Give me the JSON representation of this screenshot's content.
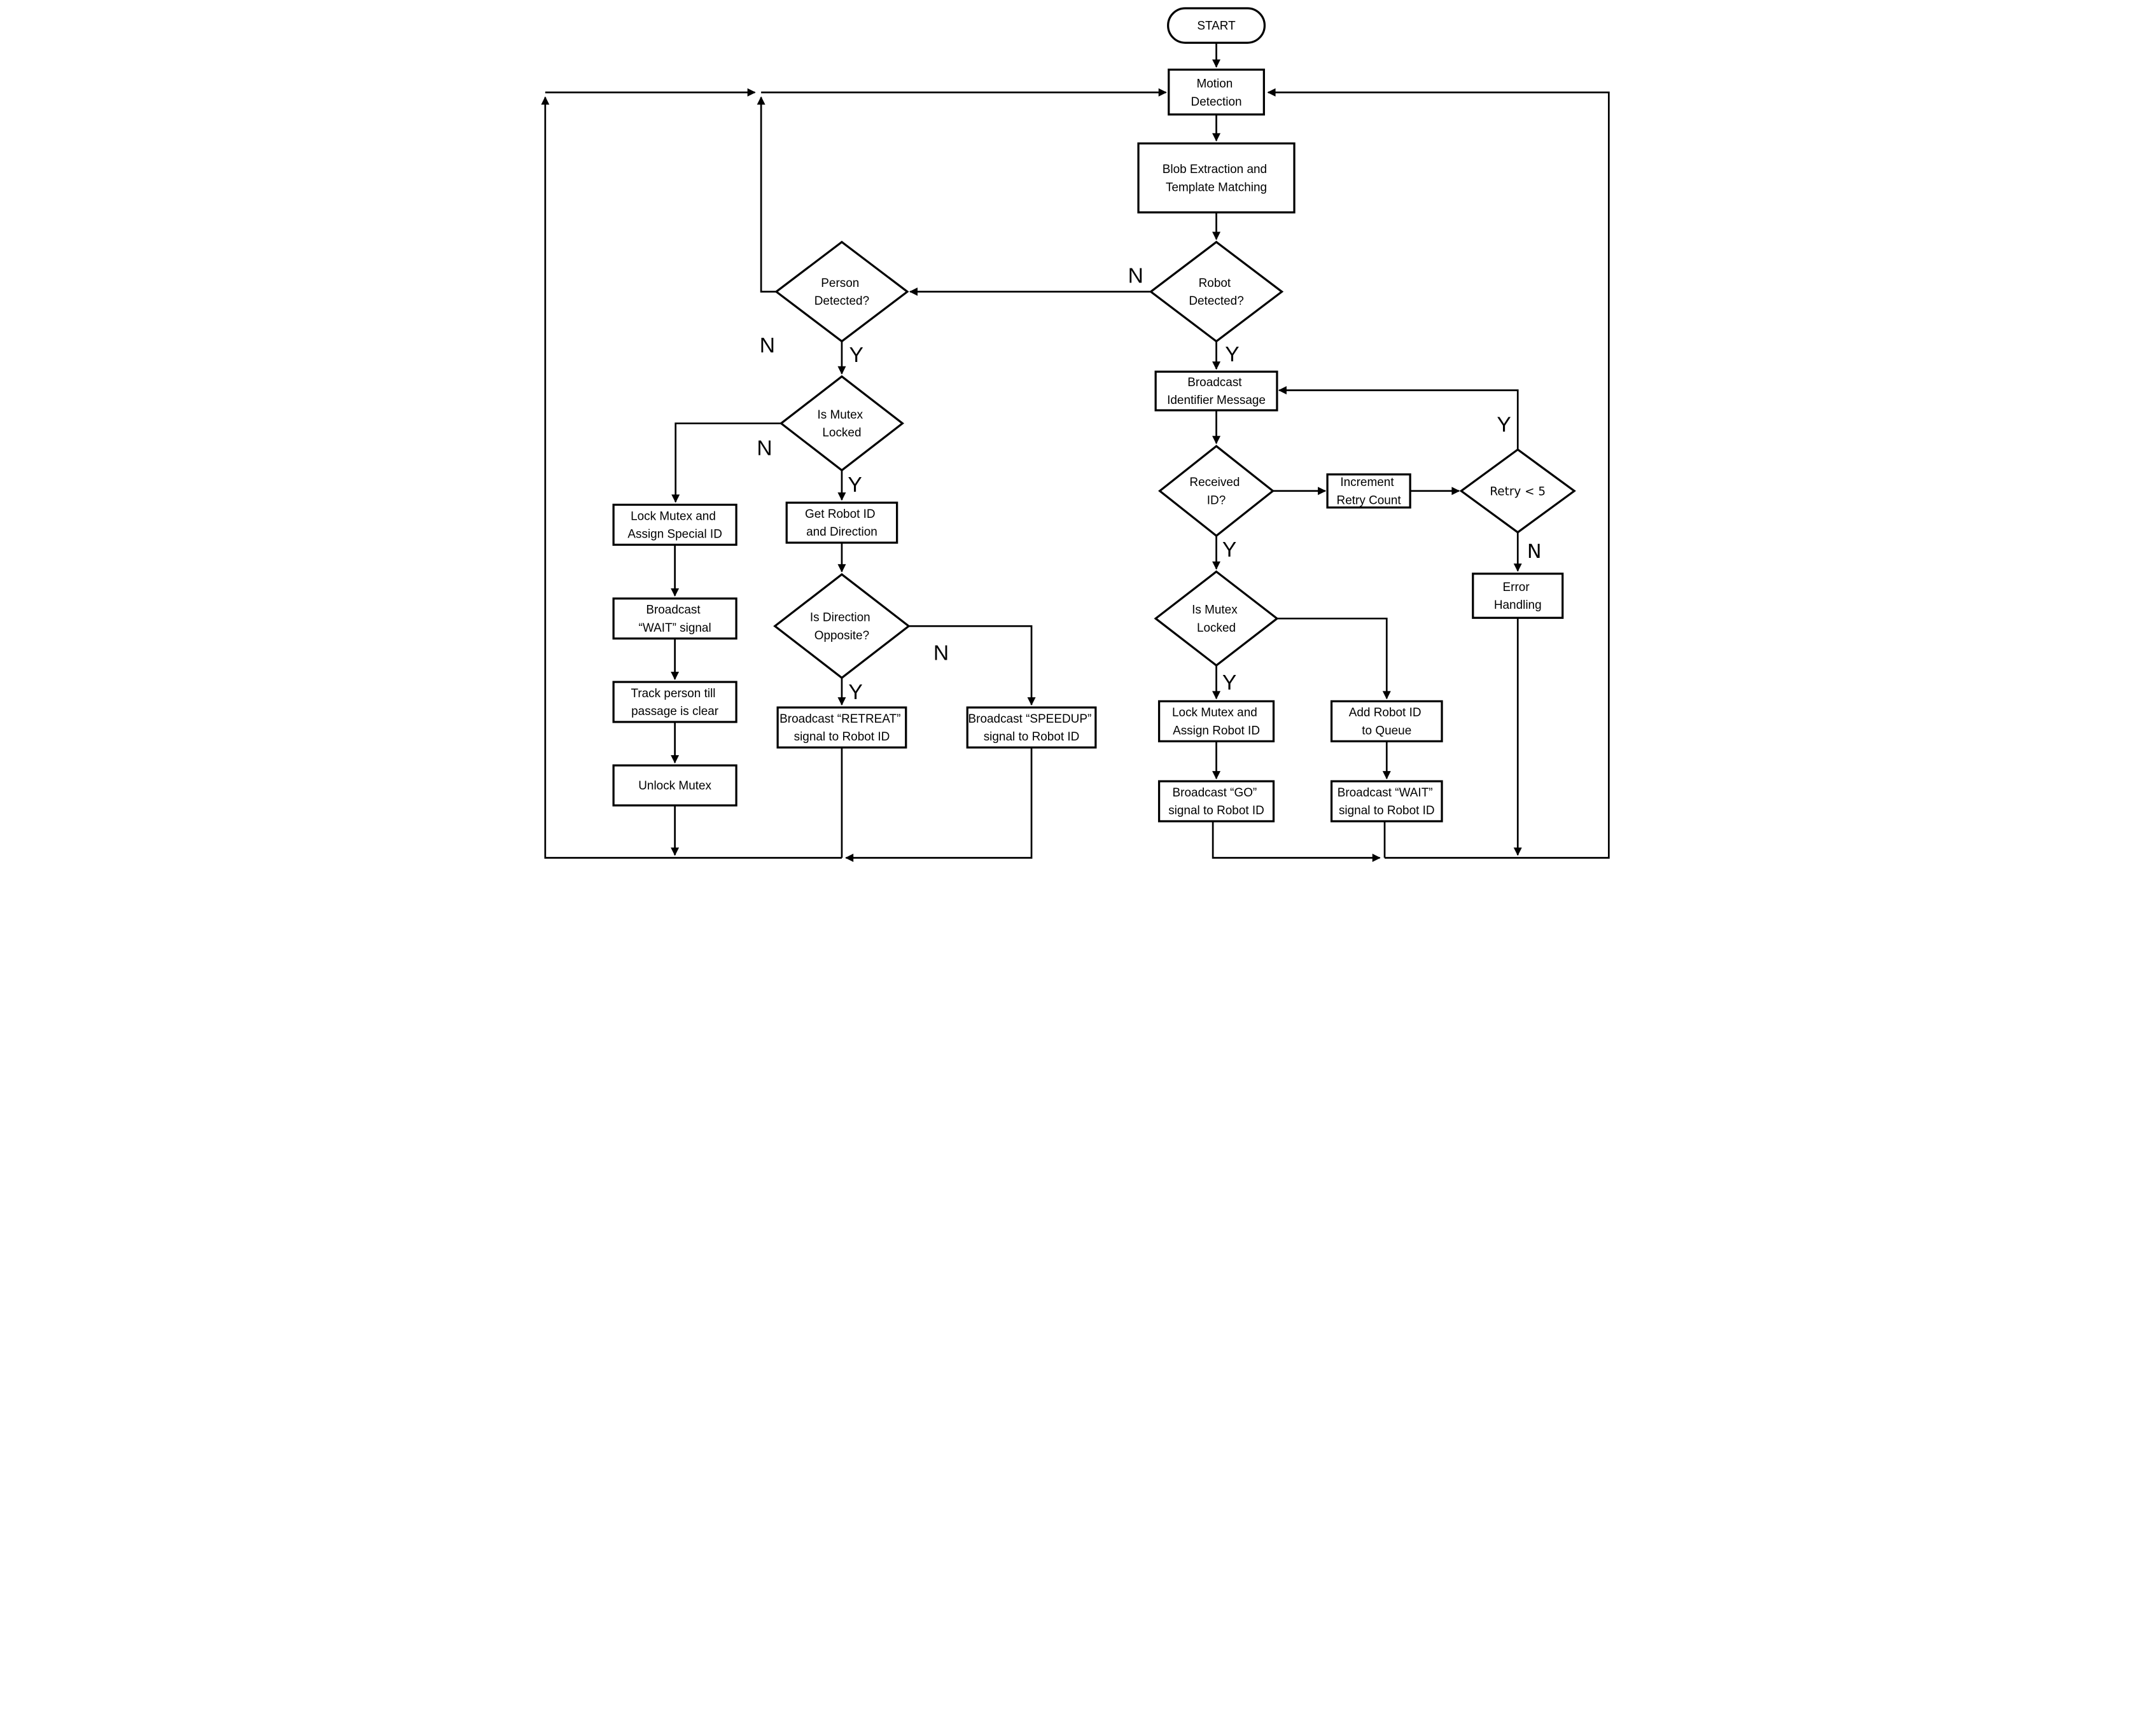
{
  "colors": {
    "background": "#ffffff",
    "shape_fill": "#ffffff",
    "stroke": "#000000",
    "text": "#000000"
  },
  "nodes": {
    "start": {
      "label": "START"
    },
    "motion": {
      "lines": [
        "Motion",
        "Detection"
      ]
    },
    "blob": {
      "lines": [
        "Blob Extraction and",
        "Template Matching"
      ]
    },
    "robot_detected": {
      "lines": [
        "Robot",
        "Detected?"
      ]
    },
    "person_detected": {
      "lines": [
        "Person",
        "Detected?"
      ]
    },
    "mutex_left": {
      "lines": [
        "Is Mutex",
        "Locked"
      ]
    },
    "lock_special": {
      "lines": [
        "Lock Mutex and",
        "Assign Special ID"
      ]
    },
    "broadcast_wait_signal": {
      "lines": [
        "Broadcast",
        "“WAIT” signal"
      ]
    },
    "track_person": {
      "lines": [
        "Track person till",
        "passage is clear"
      ]
    },
    "unlock_mutex": {
      "label": "Unlock Mutex"
    },
    "get_robot": {
      "lines": [
        "Get Robot ID",
        "and Direction"
      ]
    },
    "direction_opposite": {
      "lines": [
        "Is Direction",
        "Opposite?"
      ]
    },
    "retreat": {
      "lines": [
        "Broadcast “RETREAT”",
        "signal to Robot ID"
      ]
    },
    "speedup": {
      "lines": [
        "Broadcast “SPEEDUP”",
        "signal to Robot ID"
      ]
    },
    "broadcast_identifier": {
      "lines": [
        "Broadcast",
        "Identifier Message"
      ]
    },
    "received_id": {
      "lines": [
        "Received",
        "ID?"
      ]
    },
    "increment_retry": {
      "lines": [
        "Increment",
        "Retry Count"
      ]
    },
    "retry_lt_5": {
      "label": "Retry < 5"
    },
    "error_handling": {
      "lines": [
        "Error",
        "Handling"
      ]
    },
    "mutex_right": {
      "lines": [
        "Is Mutex",
        "Locked"
      ]
    },
    "lock_robot": {
      "lines": [
        "Lock Mutex and",
        "Assign Robot ID"
      ]
    },
    "add_queue": {
      "lines": [
        "Add Robot ID",
        "to Queue"
      ]
    },
    "go_signal": {
      "lines": [
        "Broadcast “GO”",
        "signal to Robot ID"
      ]
    },
    "wait_robot": {
      "lines": [
        "Broadcast “WAIT”",
        "signal to Robot ID"
      ]
    }
  },
  "branch_labels": {
    "robot_detected_n": "N",
    "robot_detected_y": "Y",
    "person_detected_n": "N",
    "person_detected_y": "Y",
    "mutex_left_n": "N",
    "mutex_left_y": "Y",
    "direction_opposite_y": "Y",
    "direction_opposite_n": "N",
    "received_id_y": "Y",
    "retry_y": "Y",
    "retry_n": "N",
    "mutex_right_y": "Y"
  }
}
